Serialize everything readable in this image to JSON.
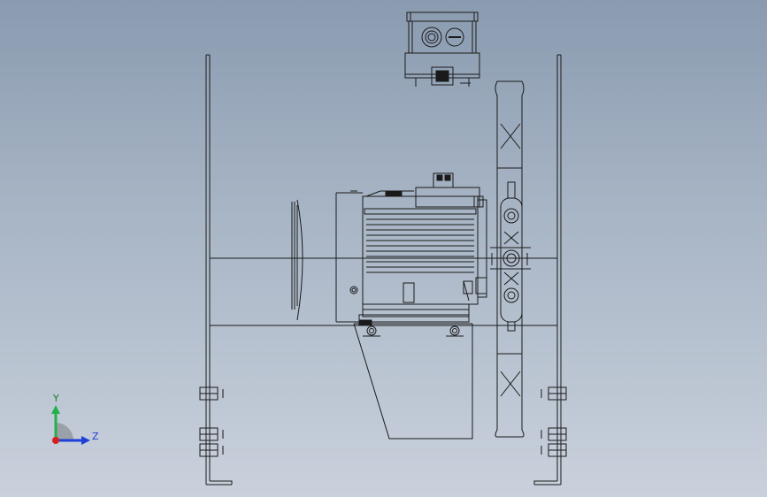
{
  "viewport": {
    "background_top": "#8a9bb0",
    "background_bottom": "#c9d1dc",
    "line_color": "#1a1a1a"
  },
  "triad": {
    "y_label": "Y",
    "z_label": "Z",
    "y_color": "#22b14c",
    "z_color": "#1f3fd6",
    "x_color": "#d62020"
  },
  "components": [
    "left-side-plate",
    "right-side-plate",
    "terminal-box",
    "electric-motor",
    "motor-mount-bracket",
    "fan-impeller",
    "mounting-bolts"
  ]
}
